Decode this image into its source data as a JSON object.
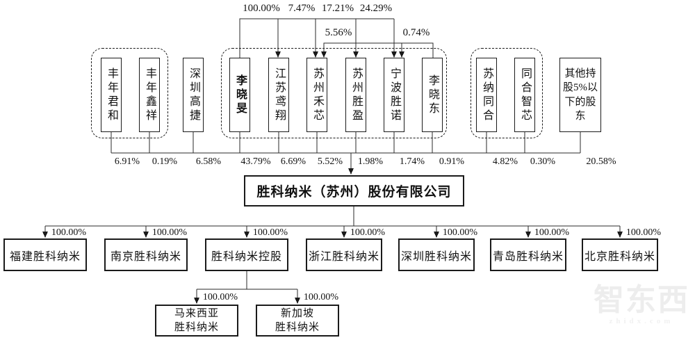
{
  "company": {
    "name": "胜科纳米（苏州）股份有限公司"
  },
  "top_ownership": {
    "li_xiaomin_holdings": [
      {
        "target": "江苏鸢翔",
        "percent": "100.00%"
      },
      {
        "target": "苏州禾芯",
        "percent": "7.47%"
      },
      {
        "target": "苏州胜盈",
        "percent": "17.21%"
      },
      {
        "target": "宁波胜诺",
        "percent": "24.29%"
      }
    ],
    "li_xiaodong_holdings": [
      {
        "target": "苏州禾芯",
        "percent": "5.56%"
      },
      {
        "target": "宁波胜诺",
        "percent": "0.74%"
      }
    ]
  },
  "shareholders": [
    {
      "name": "丰年君和",
      "percent": "6.91%"
    },
    {
      "name": "丰年鑫祥",
      "percent": "0.19%"
    },
    {
      "name": "深圳高捷",
      "percent": "6.58%"
    },
    {
      "name": "李晓旻",
      "percent": "43.79%"
    },
    {
      "name": "江苏鸢翔",
      "percent": "6.69%"
    },
    {
      "name": "苏州禾芯",
      "percent": "5.52%"
    },
    {
      "name": "苏州胜盈",
      "percent": "1.98%"
    },
    {
      "name": "宁波胜诺",
      "percent": "1.74%"
    },
    {
      "name": "李晓东",
      "percent": "0.91%"
    },
    {
      "name": "苏纳同合",
      "percent": "4.82%"
    },
    {
      "name": "同合智芯",
      "percent": "0.30%"
    },
    {
      "name": "其他持股5%以下的股东",
      "percent": "20.58%"
    }
  ],
  "subsidiaries": [
    {
      "name": "福建胜科纳米",
      "percent": "100.00%"
    },
    {
      "name": "南京胜科纳米",
      "percent": "100.00%"
    },
    {
      "name": "胜科纳米控股",
      "percent": "100.00%"
    },
    {
      "name": "浙江胜科纳米",
      "percent": "100.00%"
    },
    {
      "name": "深圳胜科纳米",
      "percent": "100.00%"
    },
    {
      "name": "青岛胜科纳米",
      "percent": "100.00%"
    },
    {
      "name": "北京胜科纳米",
      "percent": "100.00%"
    }
  ],
  "sub_subsidiaries": [
    {
      "line1": "马来西亚",
      "line2": "胜科纳米",
      "percent": "100.00%"
    },
    {
      "line1": "新加坡",
      "line2": "胜科纳米",
      "percent": "100.00%"
    }
  ],
  "watermark": {
    "title": "智东西",
    "domain": "zhidx.com"
  },
  "colors": {
    "line": "#2a2a2a",
    "box_border": "#1a1a1a",
    "watermark": "#ededed"
  }
}
